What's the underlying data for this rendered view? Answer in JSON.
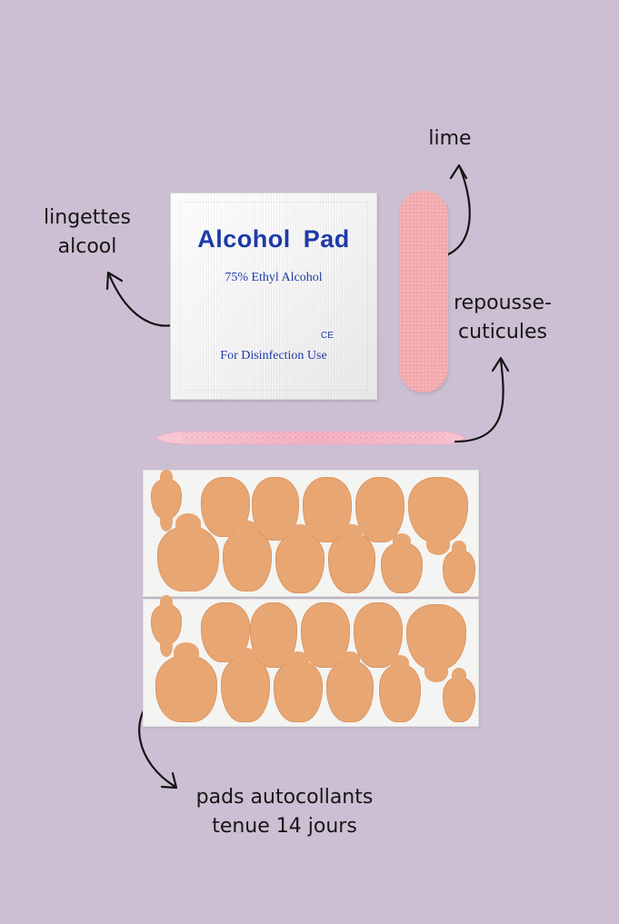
{
  "labels": {
    "lime": "lime",
    "lingettes_line1": "lingettes",
    "lingettes_line2": "alcool",
    "repousse_line1": "repousse-",
    "repousse_line2": "cuticules",
    "pads_line1": "pads autocollants",
    "pads_line2": "tenue 14 jours"
  },
  "alcohol_pad": {
    "title": "Alcohol  Pad",
    "subtitle": "75% Ethyl Alcohol",
    "mark": "CE",
    "usage": "For Disinfection Use"
  },
  "colors": {
    "background": "#cdbfd3",
    "file": "#f2a9ac",
    "pads": "#e8a673",
    "print": "#1e3aa8",
    "text": "#161616"
  }
}
